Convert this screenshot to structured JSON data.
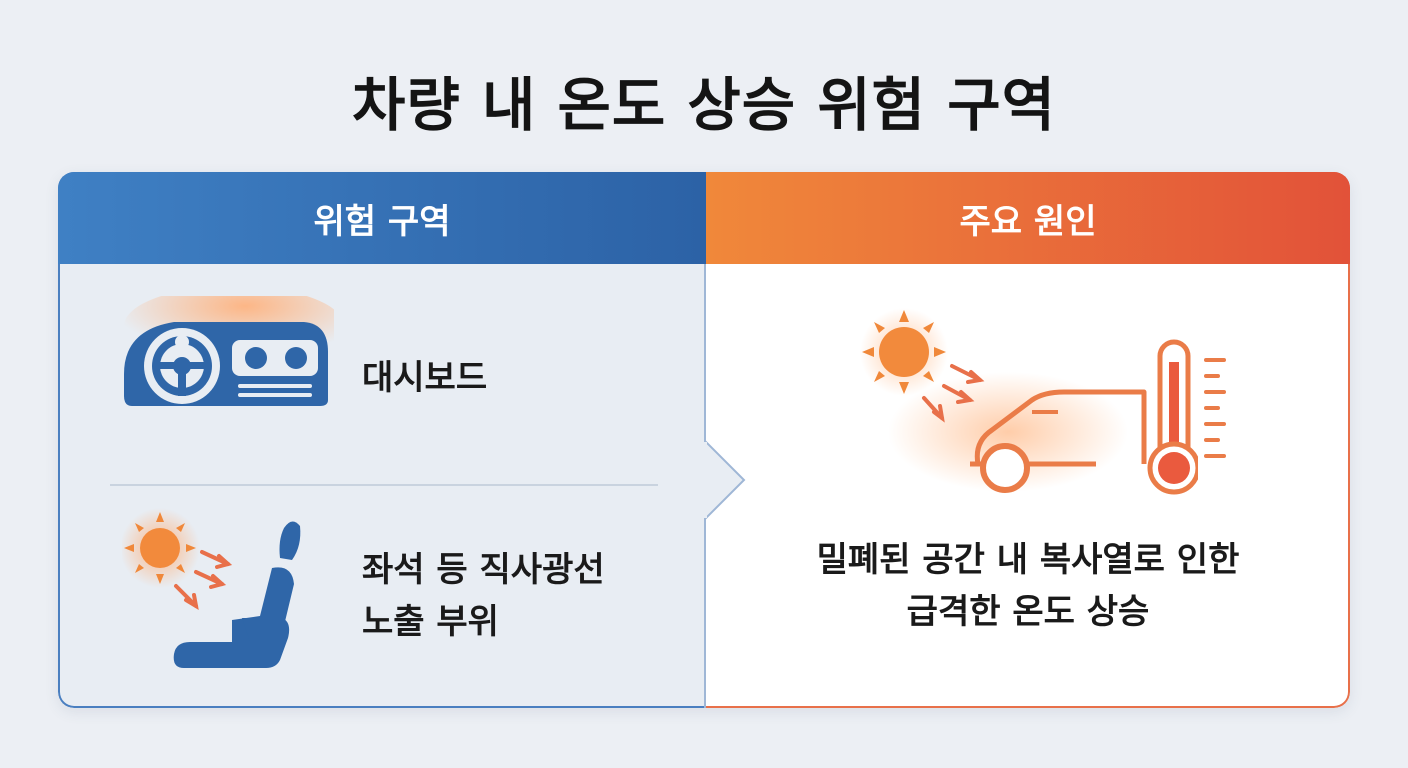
{
  "title": "차량 내 온도 상승 위험 구역",
  "left_panel": {
    "heading": "위험 구역",
    "items": [
      {
        "label_lines": [
          "대시보드"
        ],
        "icon": "dashboard-icon"
      },
      {
        "label_lines": [
          "좌석 등 직사광선",
          "노출 부위"
        ],
        "icon": "car-seat-sun-icon"
      }
    ]
  },
  "right_panel": {
    "heading": "주요 원인",
    "icon": "car-heat-thermometer-icon",
    "description_lines": [
      "밀폐된 공간 내 복사열로 인한",
      "급격한 온도 상승"
    ]
  },
  "colors": {
    "left_accent": "#2c62a6",
    "right_accent": "#e25239",
    "sun": "#f0883a"
  }
}
